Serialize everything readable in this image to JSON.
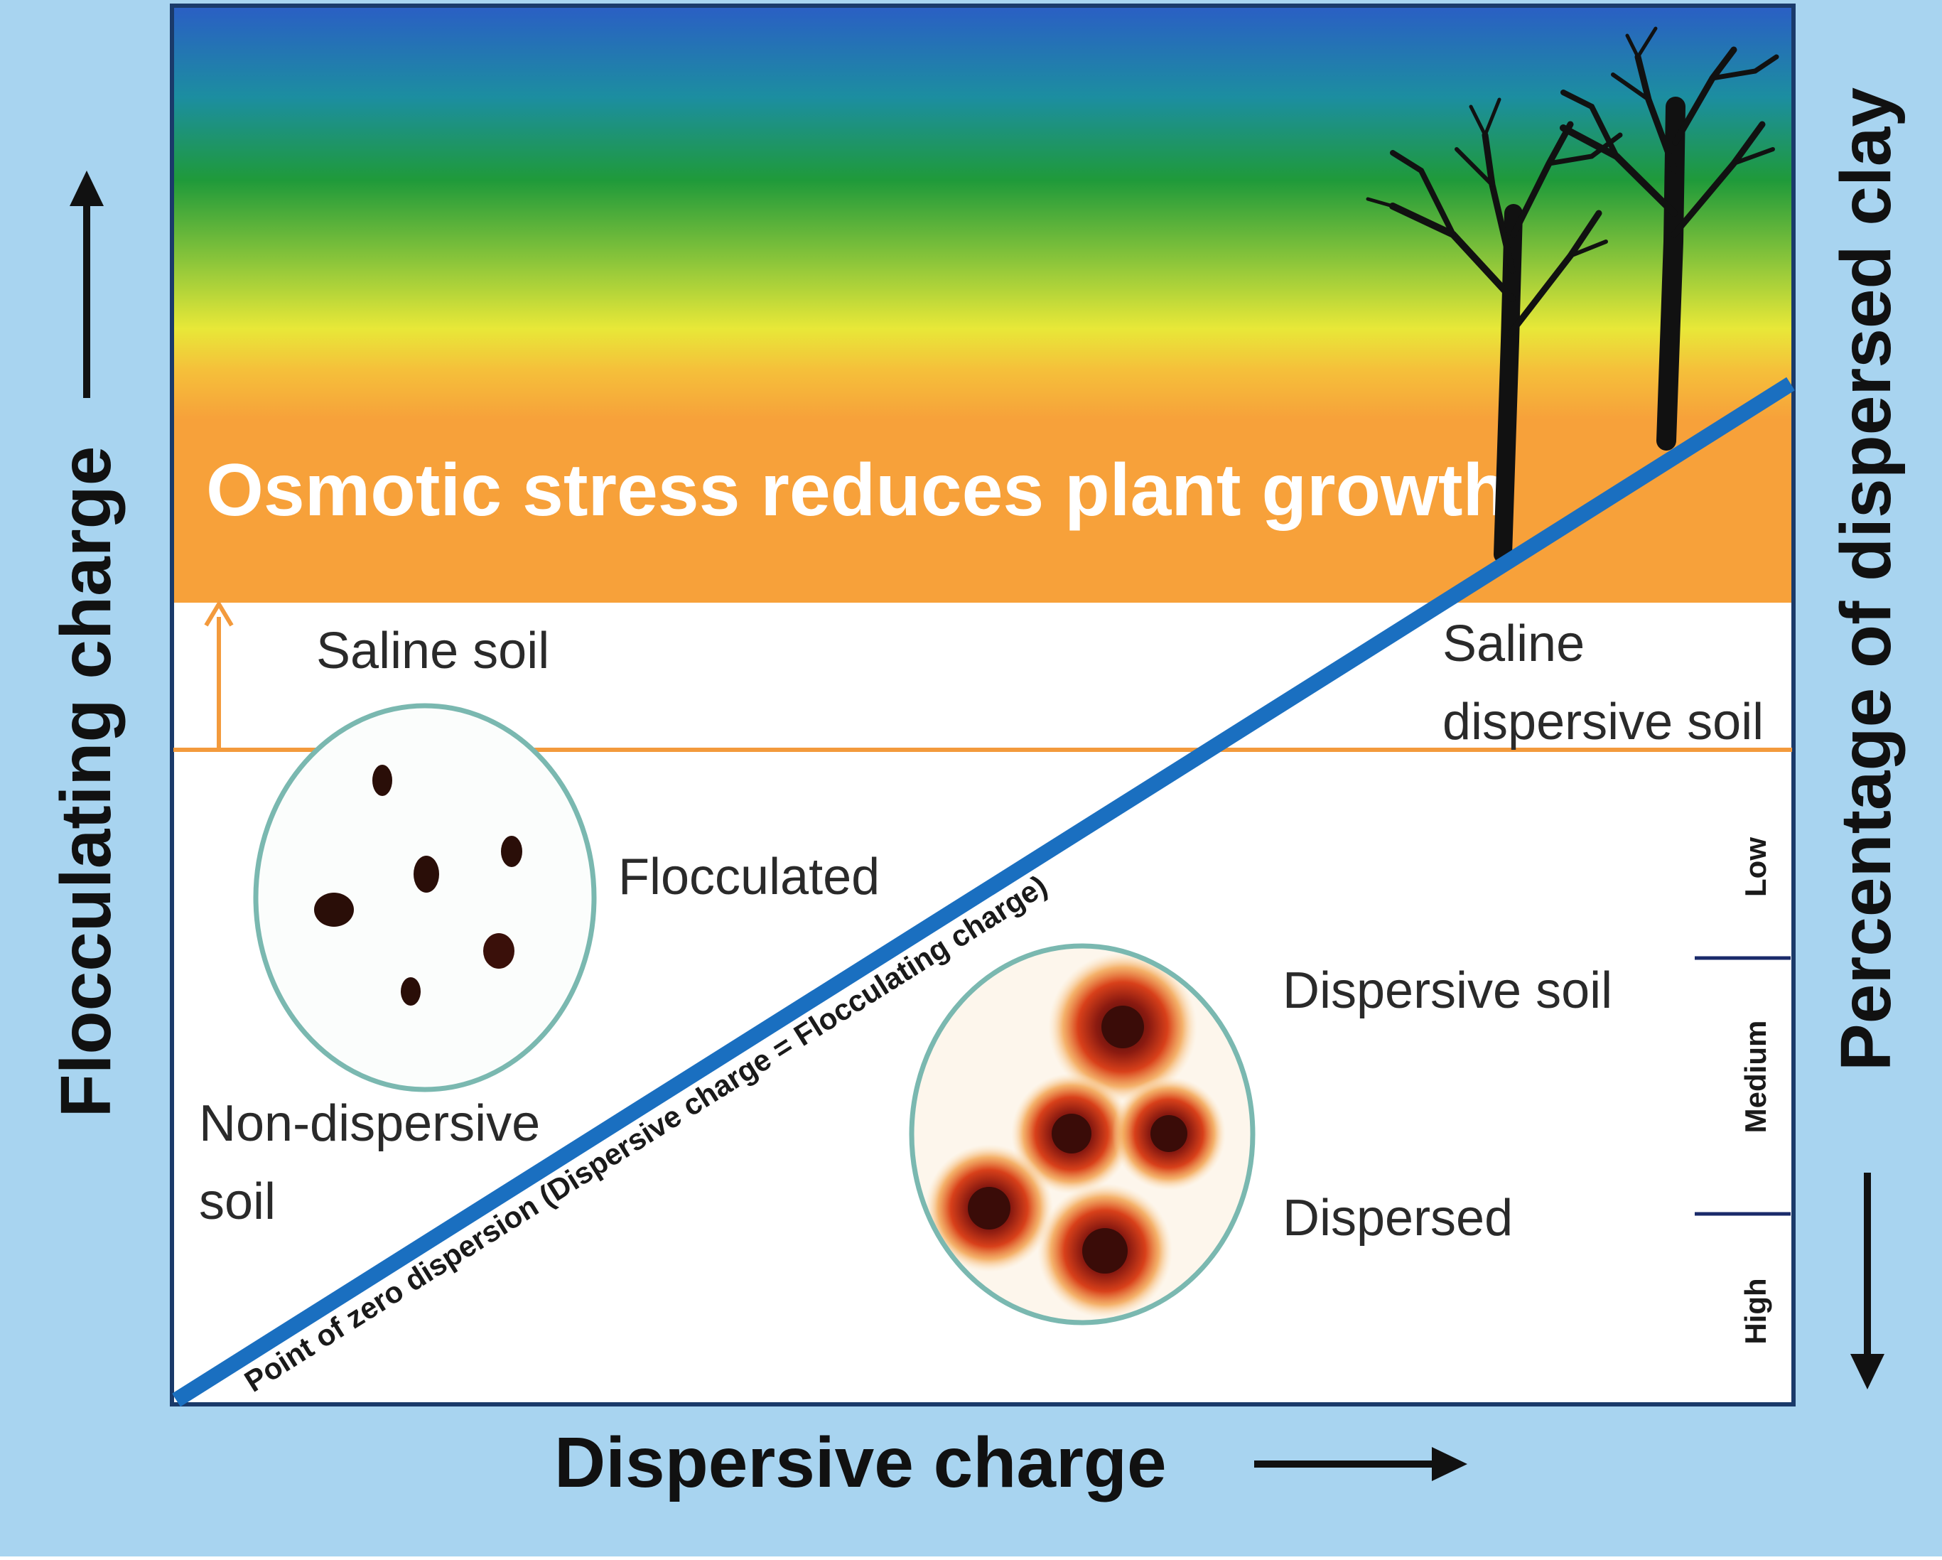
{
  "colors": {
    "frame": "#a8d4f0",
    "sky_top": "#2a66c8",
    "sky_green": "#1f9a3a",
    "sky_yellow": "#e8e838",
    "stress_band": "#f7a13a",
    "line_blue": "#1a6fc0",
    "threshold_orange": "#f39a3c",
    "ink": "#1a1a1a"
  },
  "diagram": {
    "banner": "Osmotic stress reduces plant growth",
    "x_axis_label": "Dispersive charge",
    "y_axis_left_label": "Flocculating charge",
    "y_axis_right_label": "Percentage of dispersed clay",
    "diagonal_label": "Point of zero dispersion (Dispersive charge = Flocculating charge)",
    "regions": {
      "saline_soil": "Saline soil",
      "saline_dispersive_line1": "Saline",
      "saline_dispersive_line2": "dispersive soil",
      "flocculated": "Flocculated",
      "non_dispersive_line1": "Non-dispersive",
      "non_dispersive_line2": "soil",
      "dispersive_soil": "Dispersive soil",
      "dispersed": "Dispersed"
    },
    "scale_levels": [
      "Low",
      "Medium",
      "High"
    ]
  }
}
